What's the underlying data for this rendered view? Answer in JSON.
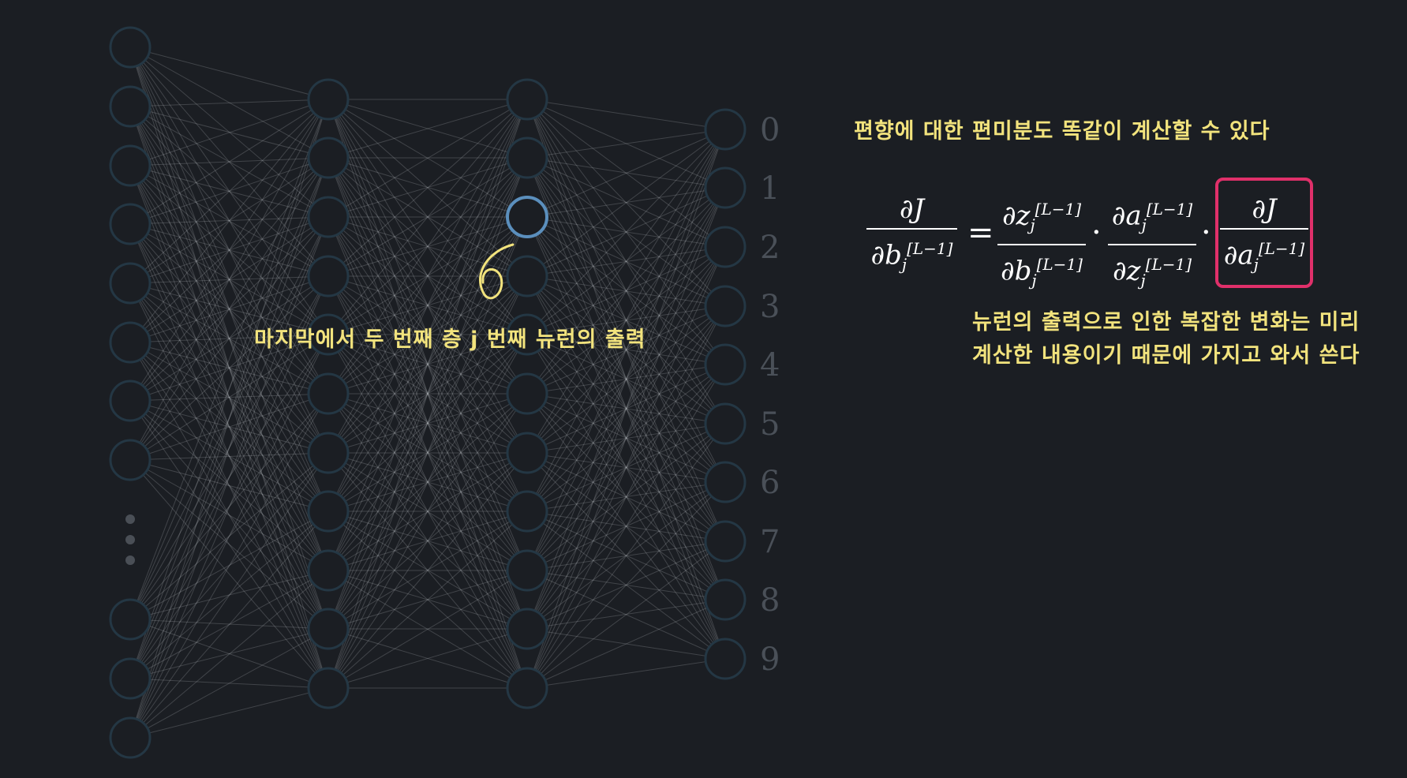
{
  "output_labels": [
    "0",
    "1",
    "2",
    "3",
    "4",
    "5",
    "6",
    "7",
    "8",
    "9"
  ],
  "annotations": {
    "layer_output": "마지막에서 두 번째 층 j 번째 뉴런의 출력",
    "bias_partial": "편향에 대한 편미분도 똑같이 계산할 수 있다",
    "note_line1": "뉴런의 출력으로 인한 복잡한 변화는 미리",
    "note_line2": "계산한 내용이기 때문에 가지고 와서 쓴다"
  },
  "formula": {
    "lhs_num": "∂J",
    "lhs_den_base": "∂b",
    "superscript": "[L−1]",
    "subscript": "j",
    "t1_num_base": "∂z",
    "t1_den_base": "∂b",
    "t2_num_base": "∂a",
    "t2_den_base": "∂z",
    "t3_num": "∂J",
    "t3_den_base": "∂a",
    "equals": "=",
    "dot": "·"
  },
  "colors": {
    "background": "#1b1e23",
    "neuron_stroke": "#243744",
    "edge": "#c8ccd0",
    "highlight_neuron": "#5b8fbd",
    "annotation_text": "#f2e37d",
    "highlight_box": "#e0306a",
    "label_text": "#4a5058"
  },
  "icons": {
    "arrow": "hand-drawn-curl-arrow-icon"
  }
}
